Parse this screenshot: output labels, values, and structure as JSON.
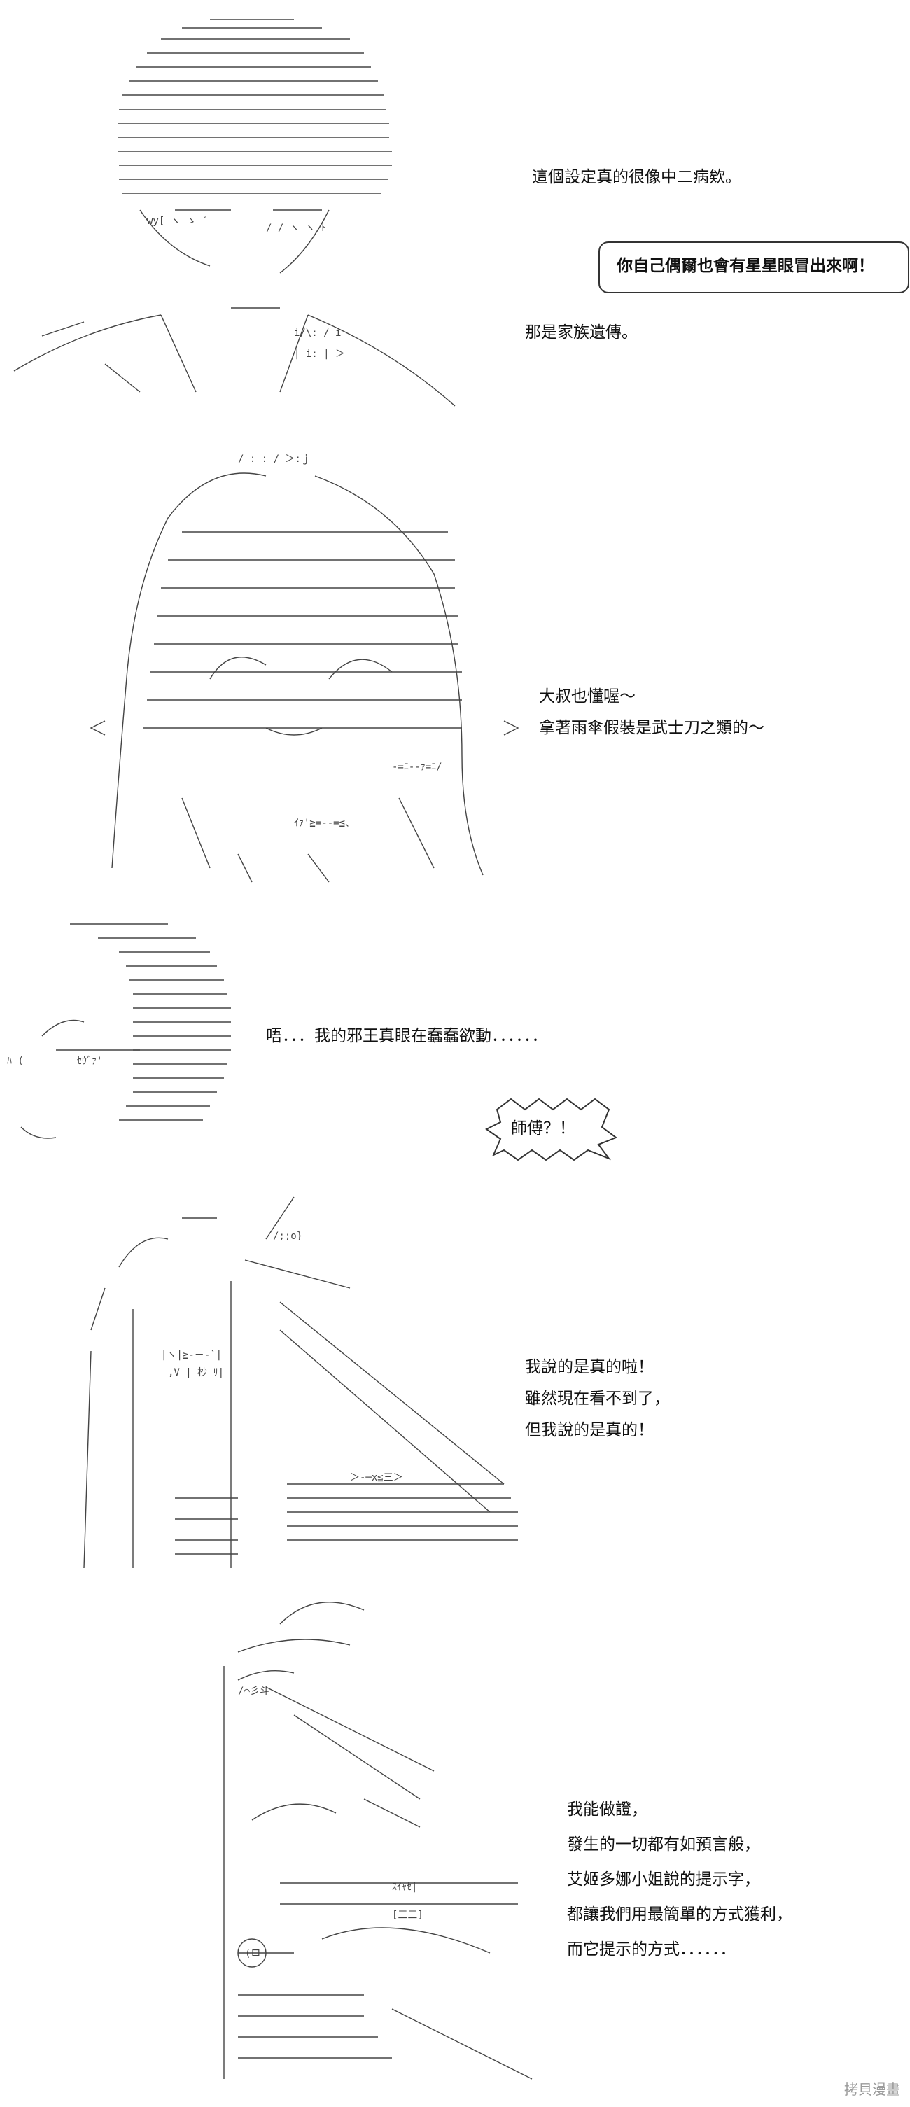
{
  "panels": [
    {
      "id": "panel-1",
      "lines": [
        "這個設定真的很像中二病欸。",
        "那是家族遺傳。"
      ],
      "bubble": {
        "text": "你自己偶爾也會有星星眼冒出來啊！"
      }
    },
    {
      "id": "panel-2",
      "lines": [
        "大叔也懂喔～",
        "拿著雨傘假裝是武士刀之類的～"
      ]
    },
    {
      "id": "panel-3",
      "lines": [
        "唔．．．我的邪王真眼在蠢蠢欲動．．．．．．"
      ],
      "burst": {
        "text": "師傅？！"
      }
    },
    {
      "id": "panel-4",
      "lines": [
        "我說的是真的啦！",
        "雖然現在看不到了，",
        "但我說的是真的！"
      ]
    },
    {
      "id": "panel-5",
      "lines": [
        "我能做證，",
        "發生的一切都有如預言般，",
        "艾姬多娜小姐說的提示字，",
        "都讓我們用最簡單的方式獲利，",
        "而它提示的方式．．．．．．"
      ]
    }
  ],
  "watermark": "拷貝漫畫"
}
